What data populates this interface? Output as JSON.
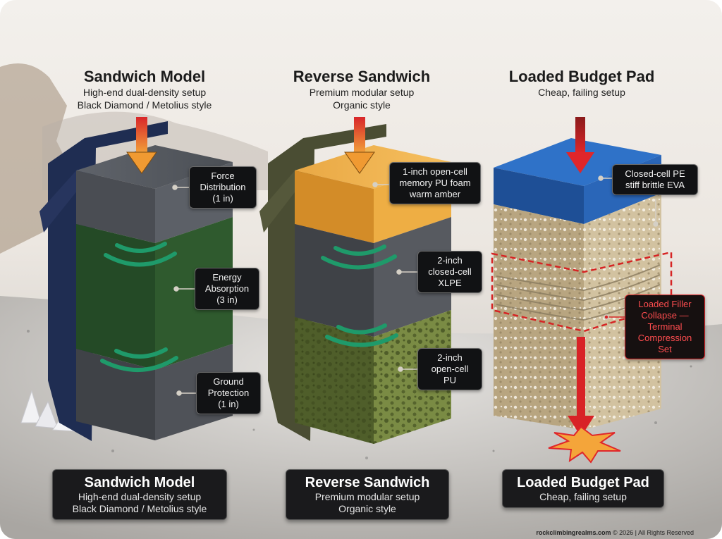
{
  "panels": [
    {
      "title": "Sandwich Model",
      "subtitle_lines": [
        "High-end dual-density setup",
        "Black Diamond / Metolius style"
      ],
      "callouts": [
        {
          "lines": [
            "Force",
            "Distribution",
            "(1 in)"
          ]
        },
        {
          "lines": [
            "Energy",
            "Absorption",
            "(3 in)"
          ]
        },
        {
          "lines": [
            "Ground",
            "Protection",
            "(1 in)"
          ]
        }
      ],
      "bottom_title": "Sandwich Model",
      "bottom_subtitle_lines": [
        "High-end dual-density setup",
        "Black Diamond / Metolius style"
      ]
    },
    {
      "title": "Reverse Sandwich",
      "subtitle_lines": [
        "Premium modular setup",
        "Organic style"
      ],
      "callouts": [
        {
          "lines": [
            "1-inch open-cell",
            "memory PU foam",
            "warm amber"
          ]
        },
        {
          "lines": [
            "2-inch",
            "closed-cell",
            "XLPE"
          ]
        },
        {
          "lines": [
            "2-inch",
            "open-cell",
            "PU"
          ]
        }
      ],
      "bottom_title": "Reverse Sandwich",
      "bottom_subtitle_lines": [
        "Premium modular setup",
        "Organic style"
      ]
    },
    {
      "title": "Loaded Budget Pad",
      "subtitle_lines": [
        "Cheap, failing setup"
      ],
      "callouts": [
        {
          "lines": [
            "Closed-cell PE",
            "stiff brittle EVA"
          ]
        },
        {
          "lines": [
            "Loaded Filler",
            "Collapse —",
            "Terminal",
            "Compression",
            "Set"
          ]
        }
      ],
      "bottom_title": "Loaded Budget Pad",
      "bottom_subtitle_lines": [
        "Cheap, failing setup"
      ]
    }
  ],
  "footer": {
    "site": "rockclimbingrealms.com",
    "rest": " © 2026 | All Rights Reserved"
  },
  "colors": {
    "gray_layer": "#55585d",
    "green_layer": "#2f5a2e",
    "amber_layer": "#e2a23a",
    "olive_foam": "#6a7a38",
    "blue_layer": "#2a66b8",
    "filler": "#c9b795",
    "navy_cover": "#1f2d52",
    "olive_cover": "#4a4d33",
    "alert_red": "#e0262a",
    "wave_green": "#1f9a6a"
  },
  "icons": [
    "down-arrow-icon",
    "impact-wave-icon",
    "impact-burst-icon"
  ]
}
